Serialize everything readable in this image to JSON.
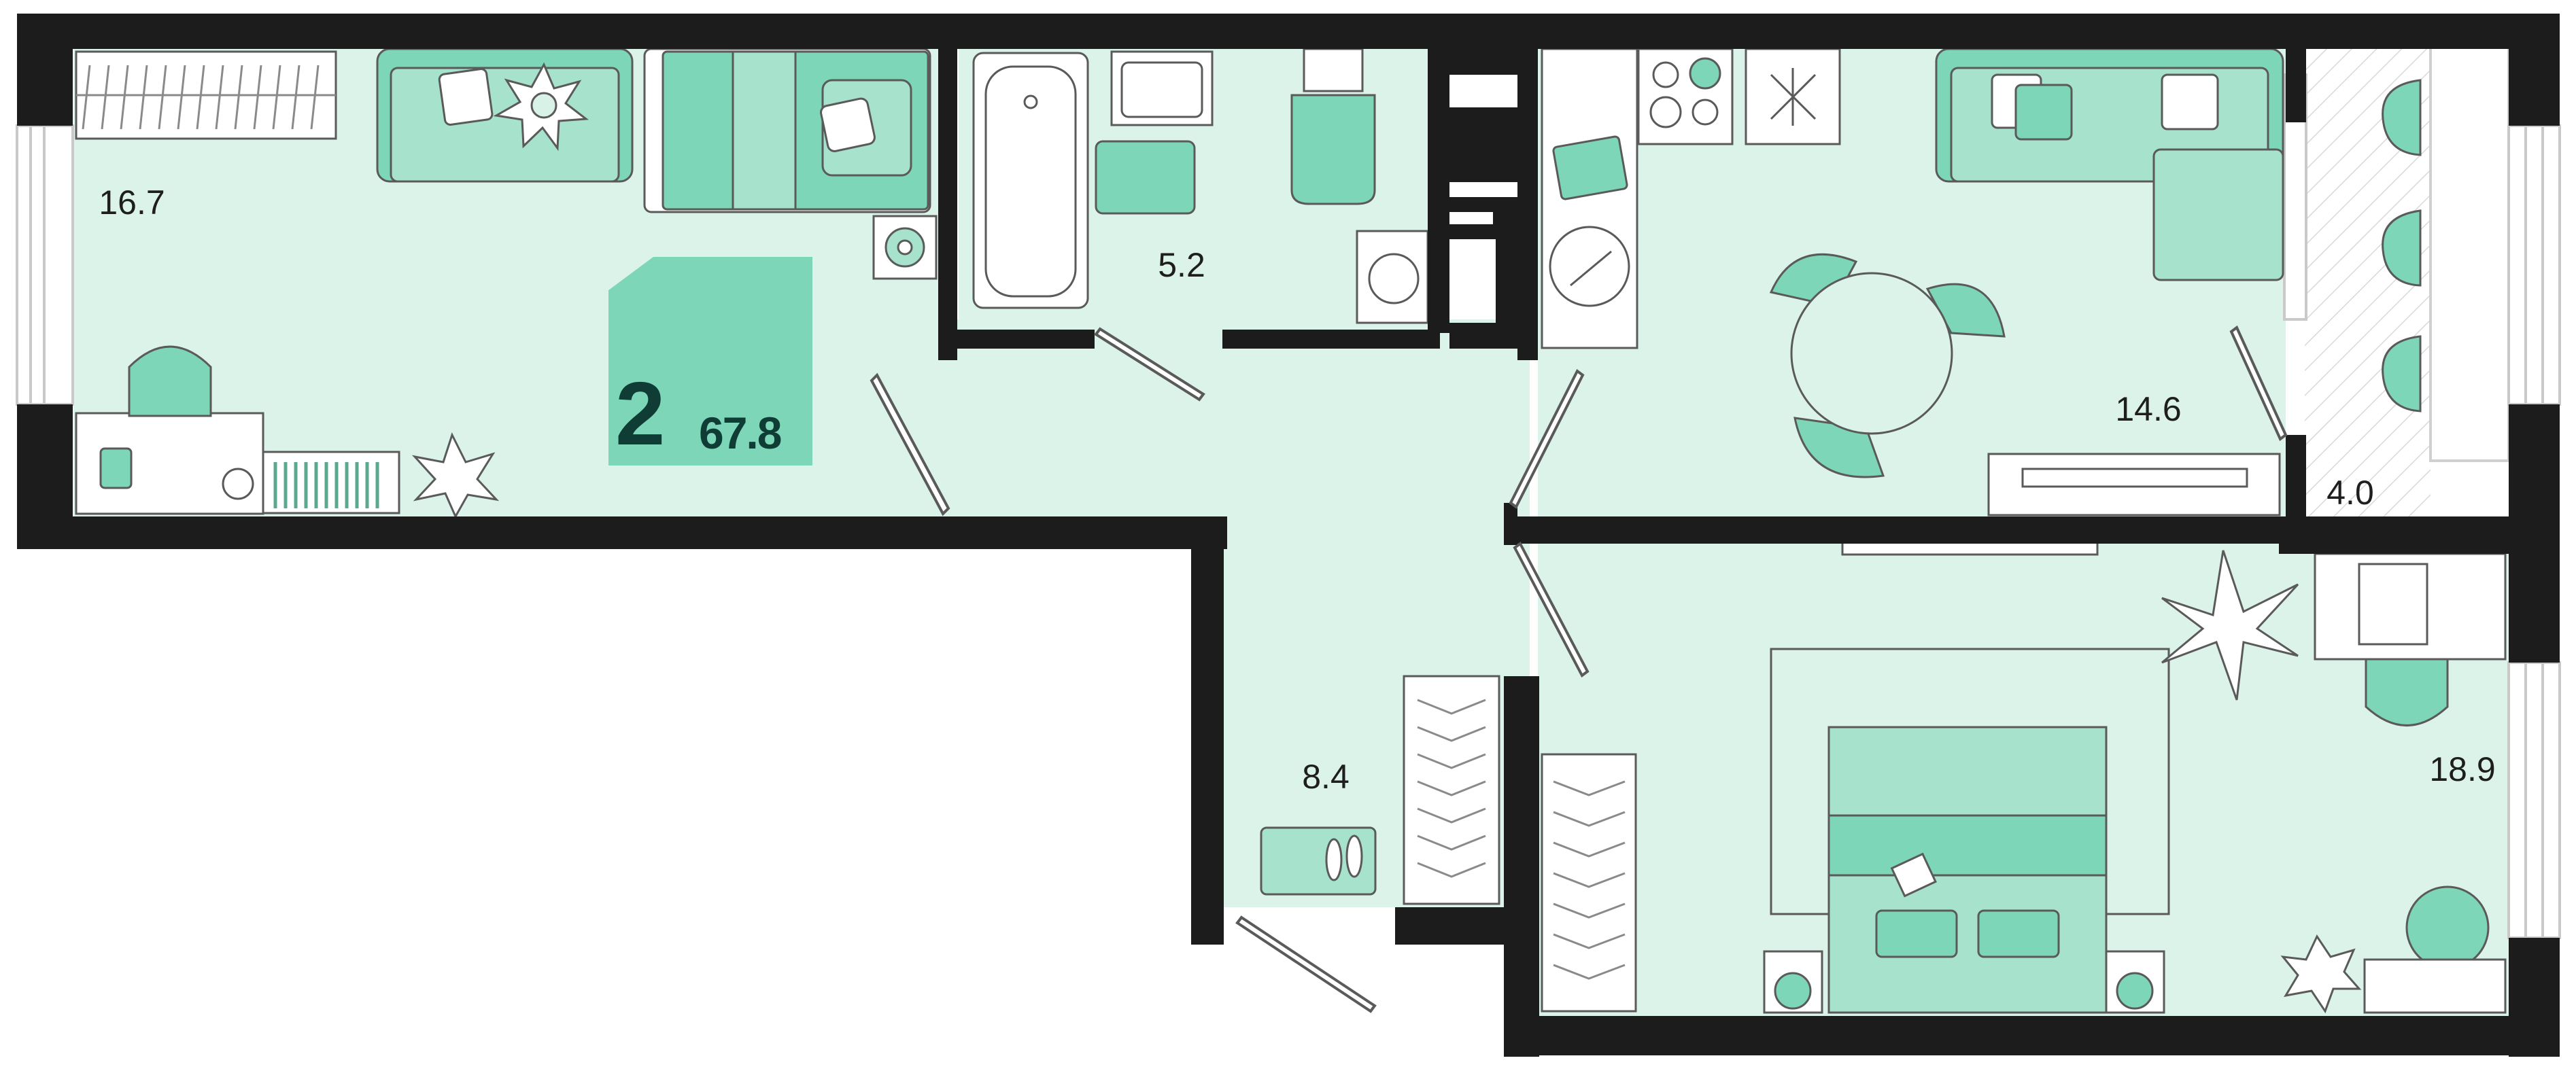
{
  "plan": {
    "rooms": [
      {
        "id": "living-room",
        "area": "16.7"
      },
      {
        "id": "bathroom",
        "area": "5.2"
      },
      {
        "id": "kitchen",
        "area": "14.6"
      },
      {
        "id": "balcony",
        "area": "4.0"
      },
      {
        "id": "hallway",
        "area": "8.4"
      },
      {
        "id": "bedroom",
        "area": "18.9"
      }
    ],
    "badge": {
      "rooms": "2",
      "total_area": "67.8"
    }
  },
  "colors": {
    "wall": "#1c1c1c",
    "floor": "#dcf3ea",
    "furniture": "#a6e2cc",
    "furniture_dark": "#7dd6b7",
    "badge_text": "#0f3d35",
    "line": "#5a5a5a"
  },
  "icons": [
    "sofa-icon",
    "bed-icon",
    "bathtub-icon",
    "sink-icon",
    "toilet-icon",
    "washing-machine-icon",
    "stove-icon",
    "dining-table-icon",
    "chair-icon",
    "desk-icon",
    "wardrobe-icon",
    "plant-icon",
    "door-icon",
    "window-icon",
    "slippers-icon"
  ]
}
